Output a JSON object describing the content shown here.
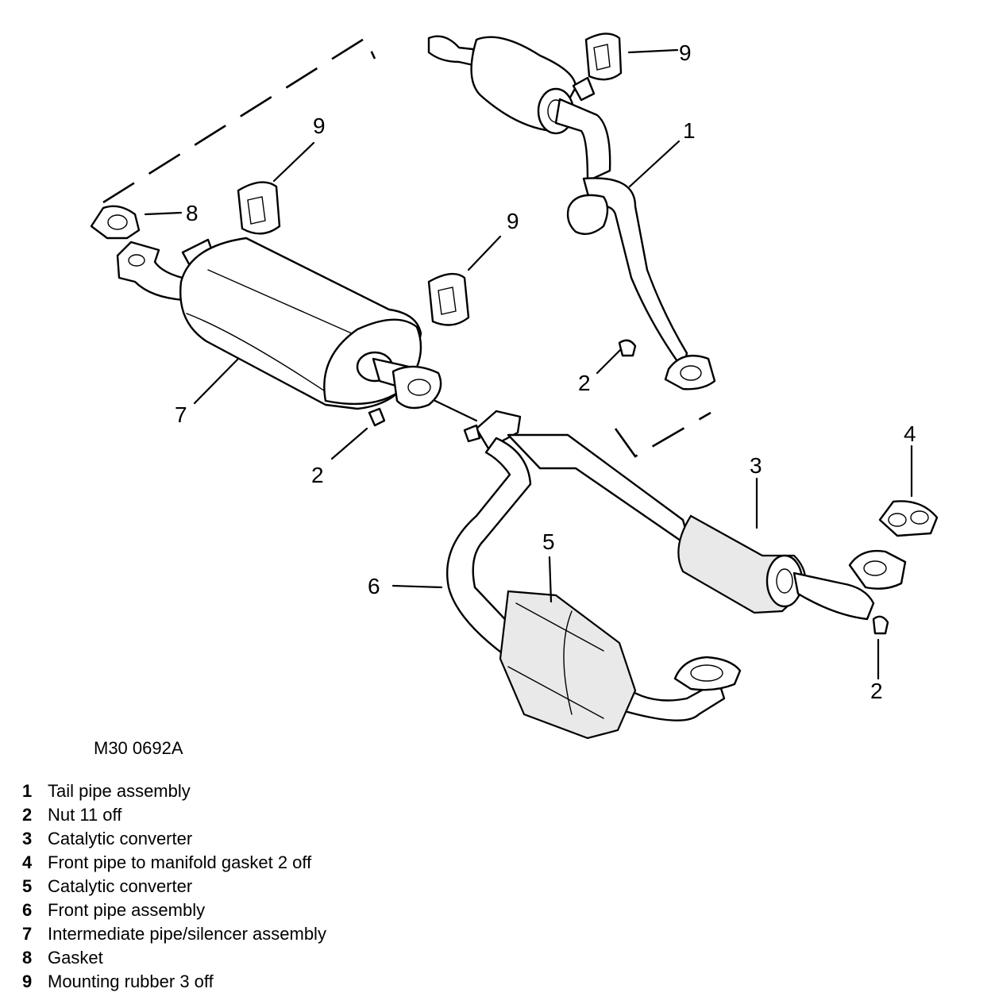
{
  "figure_code": "M30 0692A",
  "callouts": [
    "1",
    "2",
    "2",
    "2",
    "3",
    "4",
    "5",
    "6",
    "7",
    "8",
    "9",
    "9",
    "9"
  ],
  "legend": [
    {
      "num": "1",
      "text": "Tail pipe assembly"
    },
    {
      "num": "2",
      "text": "Nut 11 off"
    },
    {
      "num": "3",
      "text": "Catalytic converter"
    },
    {
      "num": "4",
      "text": "Front pipe to manifold gasket 2 off"
    },
    {
      "num": "5",
      "text": "Catalytic converter"
    },
    {
      "num": "6",
      "text": "Front pipe assembly"
    },
    {
      "num": "7",
      "text": "Intermediate pipe/silencer assembly"
    },
    {
      "num": "8",
      "text": "Gasket"
    },
    {
      "num": "9",
      "text": "Mounting rubber 3 off"
    }
  ]
}
